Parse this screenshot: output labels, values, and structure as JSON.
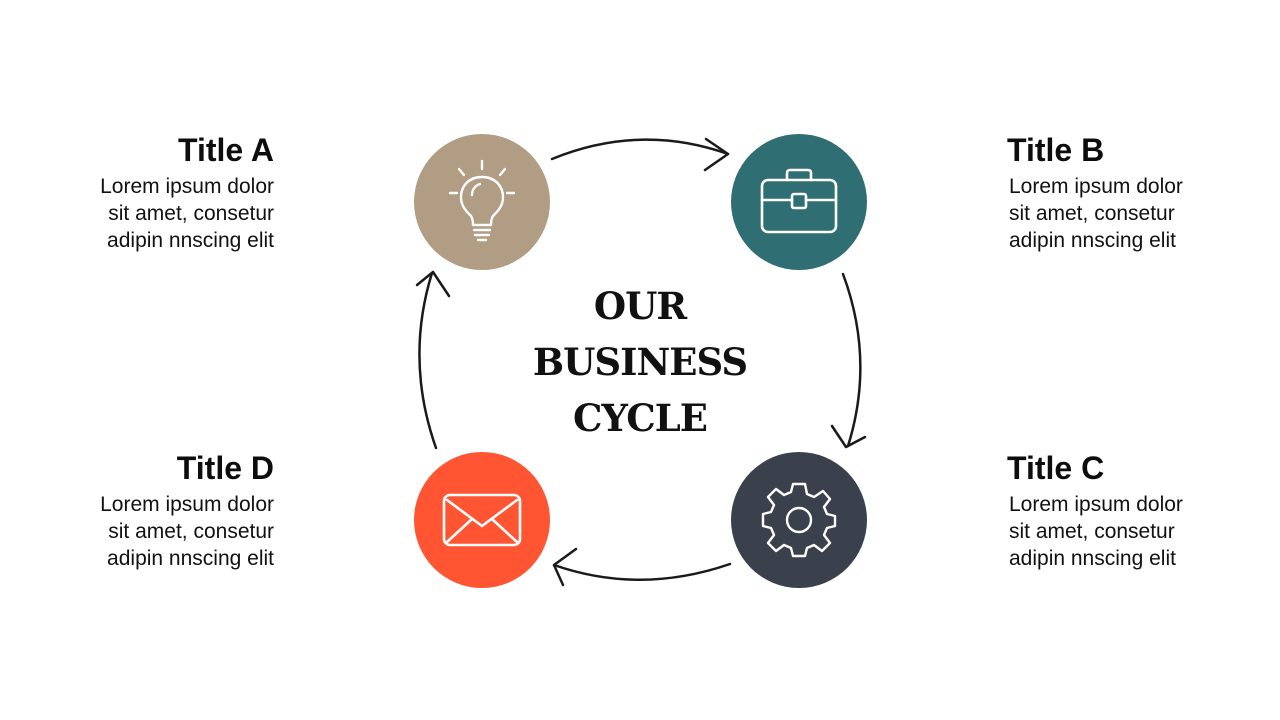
{
  "center_title": {
    "line1": "OUR",
    "line2": "BUSINESS",
    "line3": "CYCLE"
  },
  "steps": [
    {
      "title": "Title A",
      "body": [
        "Lorem ipsum dolor",
        "sit amet, consetur",
        "adipin nnscing elit"
      ],
      "icon": "lightbulb-icon",
      "color": "#B19C84"
    },
    {
      "title": "Title B",
      "body": [
        "Lorem ipsum dolor",
        "sit amet, consetur",
        "adipin nnscing elit"
      ],
      "icon": "briefcase-icon",
      "color": "#2F6E72"
    },
    {
      "title": "Title C",
      "body": [
        "Lorem ipsum dolor",
        "sit amet, consetur",
        "adipin nnscing elit"
      ],
      "icon": "gear-icon",
      "color": "#3B414C"
    },
    {
      "title": "Title D",
      "body": [
        "Lorem ipsum dolor",
        "sit amet, consetur",
        "adipin nnscing elit"
      ],
      "icon": "envelope-icon",
      "color": "#FF5533"
    }
  ],
  "colors": {
    "text": "#111111",
    "arrow": "#1a1a1a",
    "background": "#ffffff"
  }
}
